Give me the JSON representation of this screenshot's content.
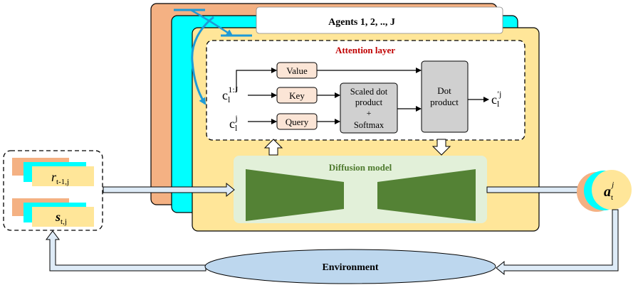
{
  "agents_title": "Agents 1, 2, .., J",
  "attention": {
    "title": "Attention layer",
    "value": "Value",
    "key": "Key",
    "query": "Query",
    "scaled_line1": "Scaled dot",
    "scaled_line2": "product",
    "scaled_plus": "+",
    "scaled_line3": "Softmax",
    "dot_line1": "Dot",
    "dot_line2": "product",
    "in_c1J_base": "c",
    "in_c1J_sub": "l",
    "in_c1J_sup": "1:J",
    "in_cj_base": "c",
    "in_cj_sub": "l",
    "in_cj_sup": "j",
    "out_base": "c",
    "out_sub": "l",
    "out_sup": "′j"
  },
  "diffusion": {
    "title": "Diffusion model"
  },
  "state": {
    "r_base": "r",
    "r_sub": "t-1,j",
    "s_base": "s",
    "s_sub": "t,j"
  },
  "action": {
    "base": "a",
    "sub": "t",
    "sup": "j"
  },
  "environment": {
    "label": "Environment"
  },
  "colors": {
    "orange": "#F4B183",
    "cyan": "#00FFFF",
    "panel": "#FFE699",
    "pink": "#FBE5D6",
    "gray": "#D0D0D0",
    "green_bg": "#E2F0D9",
    "green": "#548235",
    "green_text": "#4E7A2E",
    "red_text": "#C00000",
    "env": "#BDD7EE",
    "arrow_fill": "#DEEBF7",
    "blue_curve": "#1E9BD7"
  }
}
